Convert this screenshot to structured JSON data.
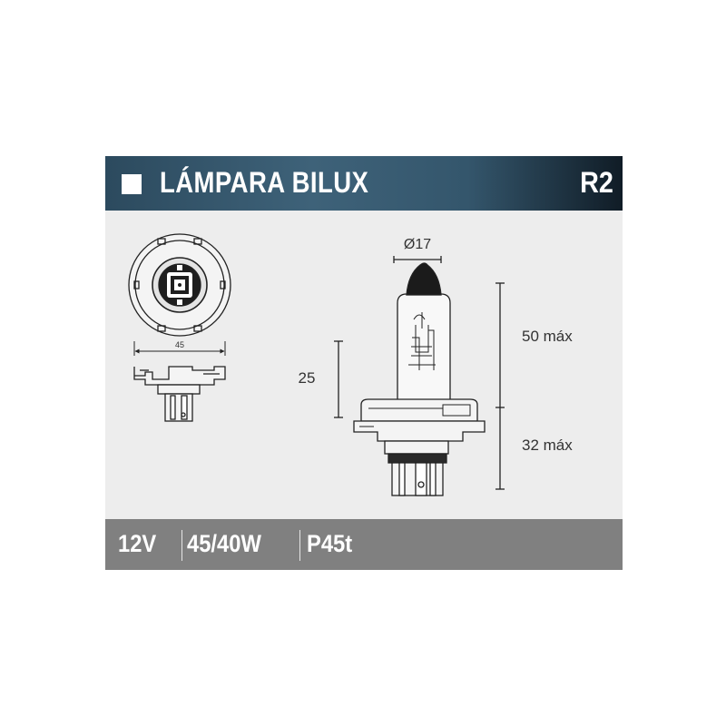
{
  "header": {
    "title": "LÁMPARA BILUX",
    "code": "R2",
    "gradient_colors": [
      "#2c4a5e",
      "#3e6279",
      "#101c26"
    ]
  },
  "dimensions": {
    "front_width": "45",
    "diameter": "Ø17",
    "height_left": "25",
    "height_top": "50 máx",
    "height_bottom": "32 máx"
  },
  "specs": {
    "voltage": "12V",
    "wattage": "45/40W",
    "base": "P45t"
  },
  "colors": {
    "panel_bg": "#ededed",
    "footer_bg": "#808080",
    "line": "#222222"
  },
  "icons": {
    "header_marker": "white-square-icon",
    "front_view": "lamp-front-view-icon",
    "side_view": "lamp-side-view-icon"
  }
}
